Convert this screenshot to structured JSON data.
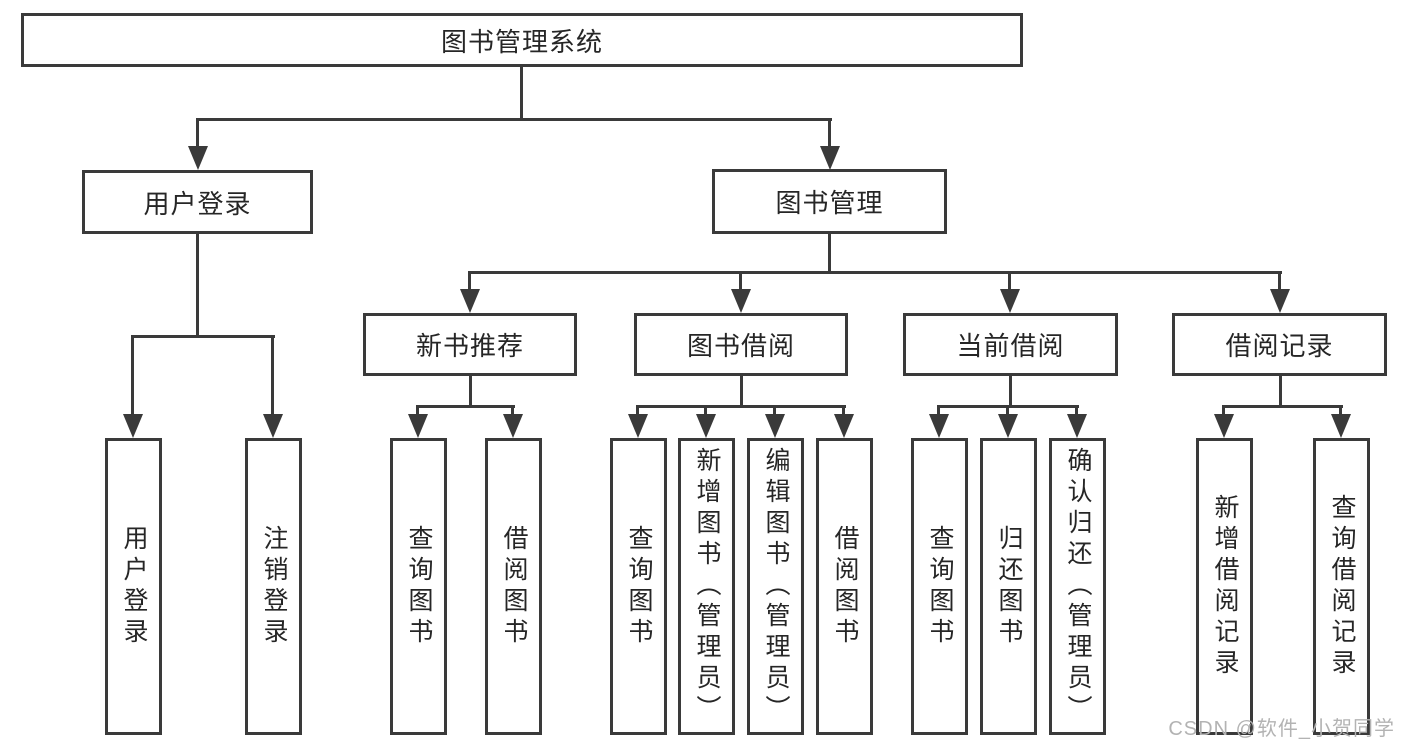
{
  "diagram": {
    "root": "图书管理系统",
    "level2": {
      "user_login": "用户登录",
      "book_mgmt": "图书管理"
    },
    "level3": {
      "new_book_rec": "新书推荐",
      "book_borrow": "图书借阅",
      "current_borrow": "当前借阅",
      "borrow_records": "借阅记录"
    },
    "leaves": {
      "user_login_leaf": "用户登录",
      "logout_leaf": "注销登录",
      "rec_query_books": "查询图书",
      "rec_borrow_books": "借阅图书",
      "bb_query_books": "查询图书",
      "bb_add_books": "新增图书（管理员）",
      "bb_edit_books": "编辑图书（管理员）",
      "bb_borrow_books": "借阅图书",
      "cb_query_books": "查询图书",
      "cb_return_books": "归还图书",
      "cb_confirm_return": "确认归还（管理员）",
      "br_add_record": "新增借阅记录",
      "br_query_record": "查询借阅记录"
    }
  },
  "watermark": "CSDN @软件_小贺同学",
  "colors": {
    "line": "#3a3a3a",
    "text": "#262626",
    "watermark": "#b3b3b3",
    "bg": "#ffffff"
  }
}
